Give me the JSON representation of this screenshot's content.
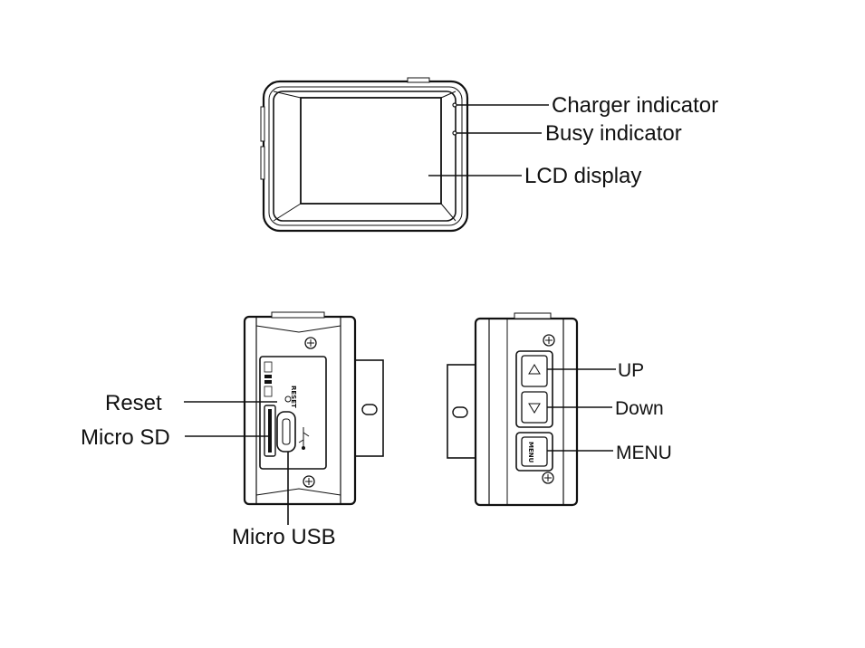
{
  "labels": {
    "charger_indicator": "Charger indicator",
    "busy_indicator": "Busy indicator",
    "lcd_display": "LCD display",
    "reset": "Reset",
    "micro_sd": "Micro SD",
    "micro_usb": "Micro USB",
    "up": "UP",
    "down": "Down",
    "menu": "MENU"
  },
  "device_markings": {
    "reset_port": "RESET",
    "menu_key": "MENU"
  },
  "icons": [
    "triangle-up-icon",
    "triangle-down-icon",
    "screw-icon",
    "usb-icon",
    "sd-card-icon"
  ],
  "colors": {
    "line": "#111111",
    "background": "#ffffff"
  }
}
